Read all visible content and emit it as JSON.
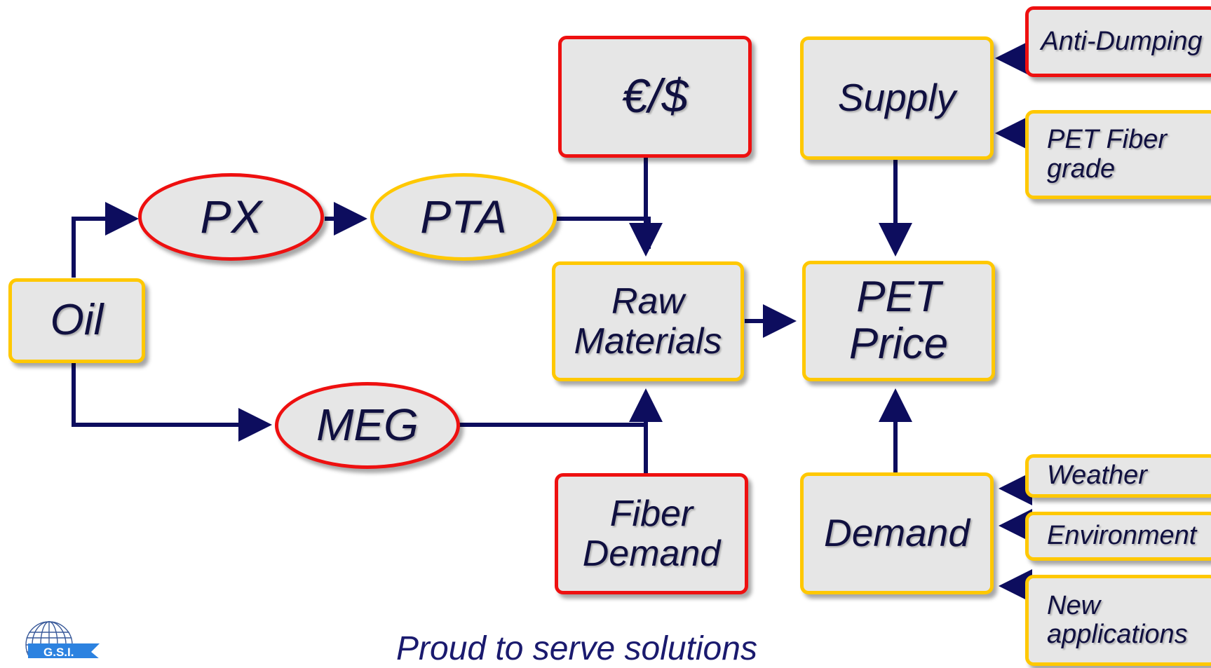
{
  "nodes": {
    "oil": "Oil",
    "px": "PX",
    "pta": "PTA",
    "meg": "MEG",
    "euro_dollar": "€/$",
    "raw_materials": "Raw\nMaterials",
    "fiber_demand": "Fiber\nDemand",
    "supply": "Supply",
    "pet_price": "PET\nPrice",
    "demand": "Demand",
    "anti_dumping": "Anti-Dumping",
    "pet_fiber_grade": "PET Fiber\ngrade",
    "weather": "Weather",
    "environment": "Environment",
    "new_applications": "New\napplications"
  },
  "footer": {
    "text": "Proud to serve solutions"
  },
  "logo": {
    "text": "G.S.I."
  },
  "colors": {
    "box_fill": "#e6e6e6",
    "border_yellow": "#ffc800",
    "border_red": "#ee1010",
    "arrow": "#0d0d5e",
    "text": "#101040"
  }
}
